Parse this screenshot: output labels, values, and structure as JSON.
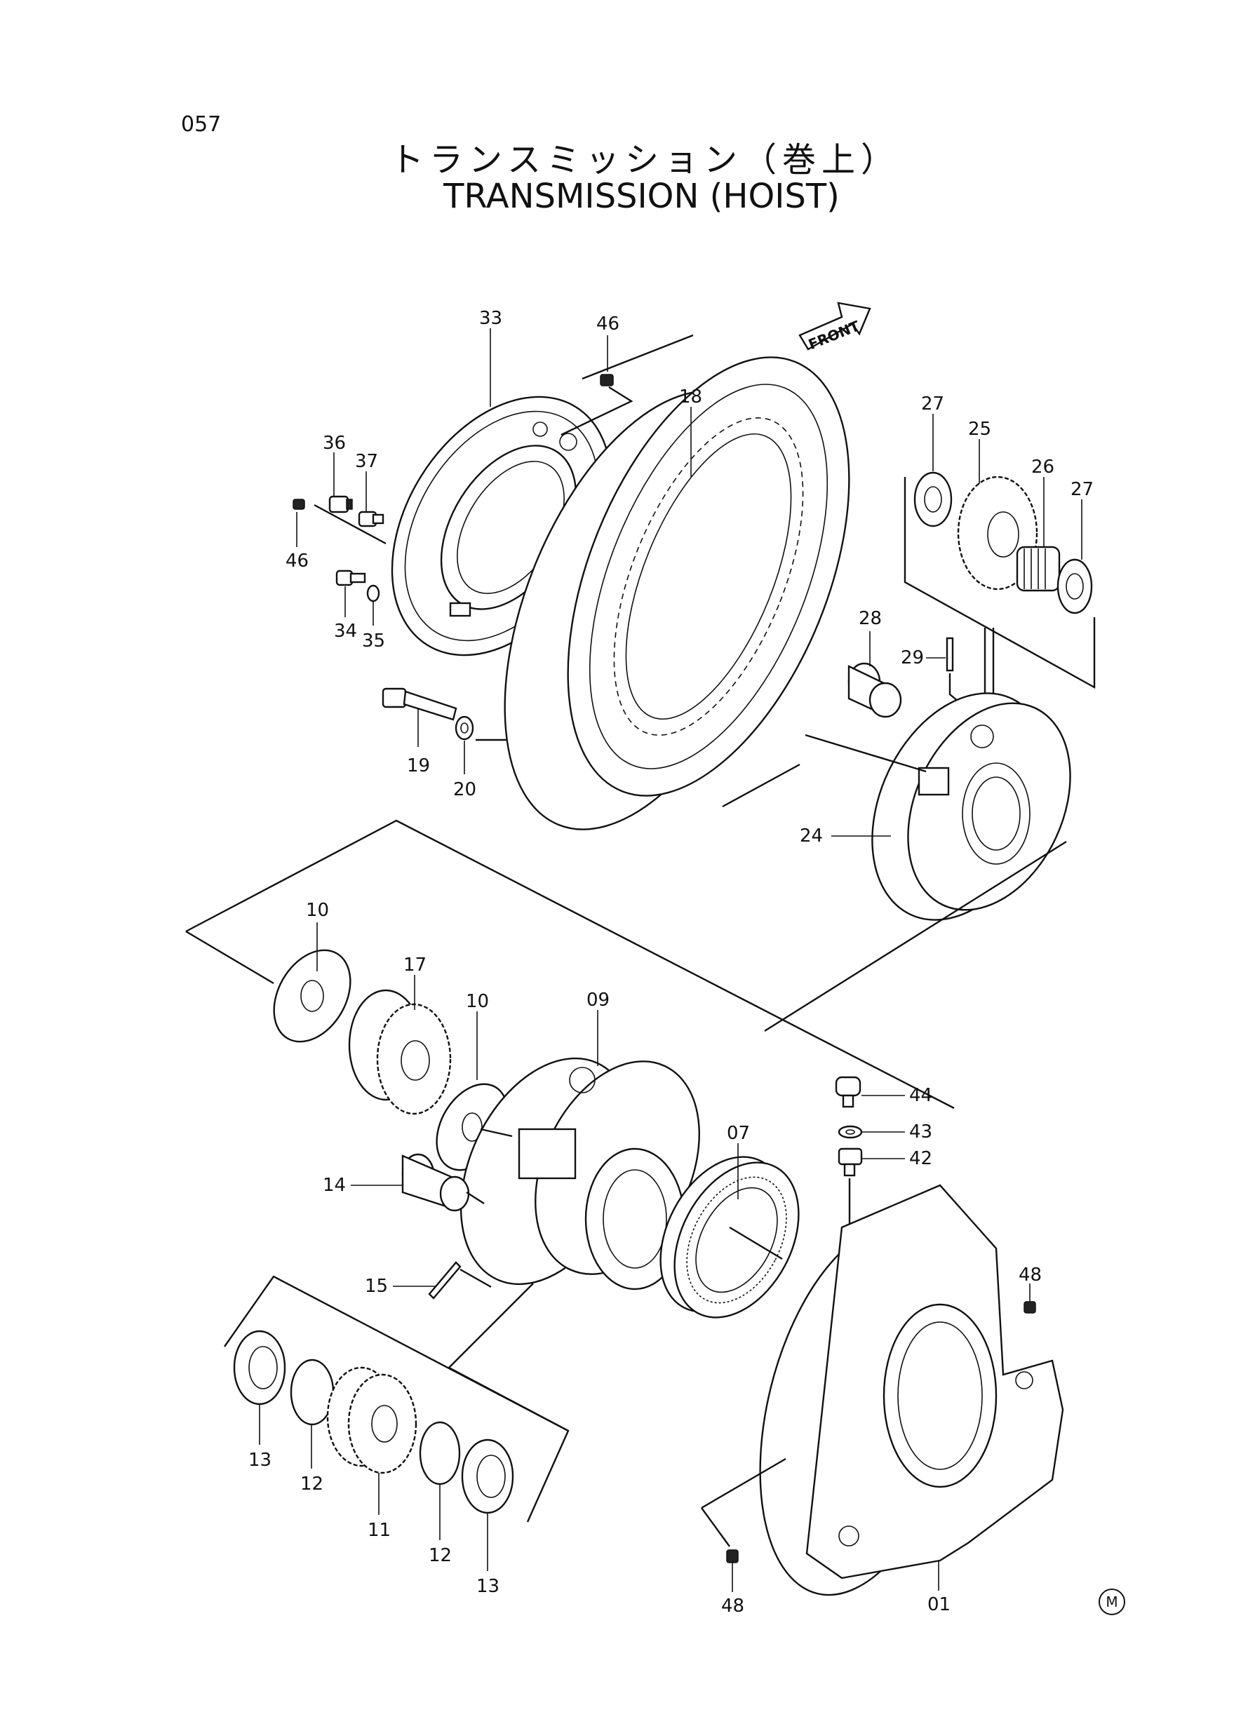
{
  "page_number": "057",
  "title_jp": "トランスミッション（巻上）",
  "title_en": "TRANSMISSION (HOIST)",
  "front_label": "FRONT",
  "corner_mark": "M",
  "callouts": {
    "c01": "01",
    "c07": "07",
    "c09": "09",
    "c10a": "10",
    "c10b": "10",
    "c11": "11",
    "c12a": "12",
    "c12b": "12",
    "c13a": "13",
    "c13b": "13",
    "c14": "14",
    "c15": "15",
    "c17": "17",
    "c18": "18",
    "c19": "19",
    "c20": "20",
    "c24": "24",
    "c25": "25",
    "c26": "26",
    "c27a": "27",
    "c27b": "27",
    "c28": "28",
    "c29": "29",
    "c33": "33",
    "c34": "34",
    "c35": "35",
    "c36": "36",
    "c37": "37",
    "c42": "42",
    "c43": "43",
    "c44": "44",
    "c46a": "46",
    "c46b": "46",
    "c48a": "48",
    "c48b": "48"
  }
}
